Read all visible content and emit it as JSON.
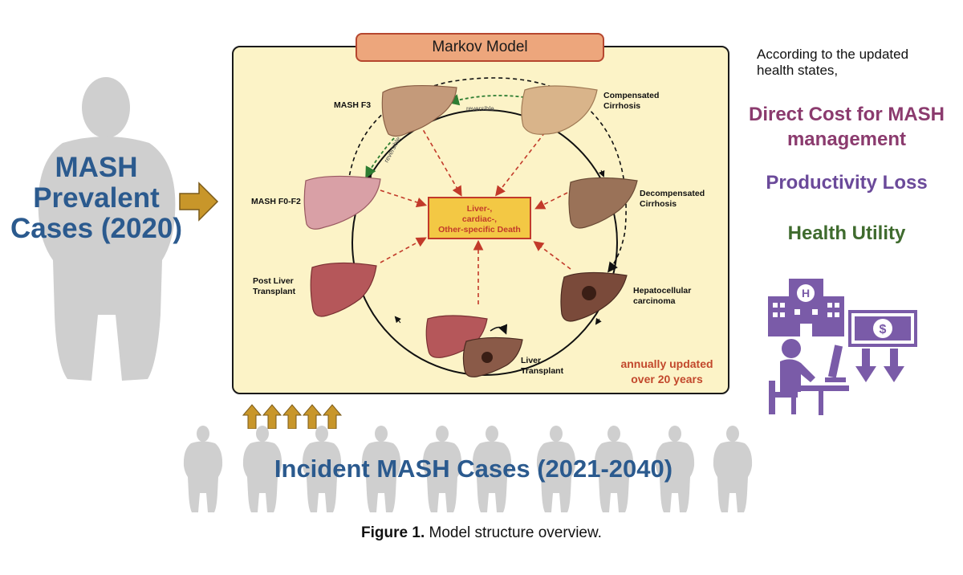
{
  "prevalent": {
    "line1": "MASH",
    "line2": "Prevalent",
    "line3": "Cases (2020)"
  },
  "markov_title": "Markov Model",
  "states": {
    "f3": "MASH F3",
    "f0f2": "MASH F0-F2",
    "comp1": "Compensated",
    "comp2": "Cirrhosis",
    "decomp1": "Decompensated",
    "decomp2": "Cirrhosis",
    "hcc1": "Hepatocellular",
    "hcc2": "carcinoma",
    "lt1": "Liver",
    "lt2": "Transplant",
    "plt1": "Post Liver",
    "plt2": "Transplant"
  },
  "death": {
    "line1": "Liver-,",
    "line2": "cardiac-,",
    "line3": "Other-specific Death"
  },
  "reversible": "reversible",
  "annual": {
    "line1": "annually updated",
    "line2": "over 20 years"
  },
  "outcomes": {
    "intro": "According to the updated health states,",
    "direct": "Direct Cost for MASH management",
    "productivity": "Productivity Loss",
    "utility": "Health Utility"
  },
  "incident": "Incident MASH Cases (2021-2040)",
  "caption": {
    "bold": "Figure 1.",
    "text": " Model structure overview."
  },
  "colors": {
    "blue": "#2b5a8e",
    "box_fill": "#fcf3c7",
    "title_fill": "#eda67c",
    "death_fill": "#f3c844",
    "red": "#c23a2a",
    "gold": "#c8962a",
    "silhouette": "#cfcfcf",
    "direct": "#8b3b6e",
    "productivity": "#6b4a9a",
    "utility": "#3f6b2e",
    "icon_purple": "#7a5ba8"
  }
}
